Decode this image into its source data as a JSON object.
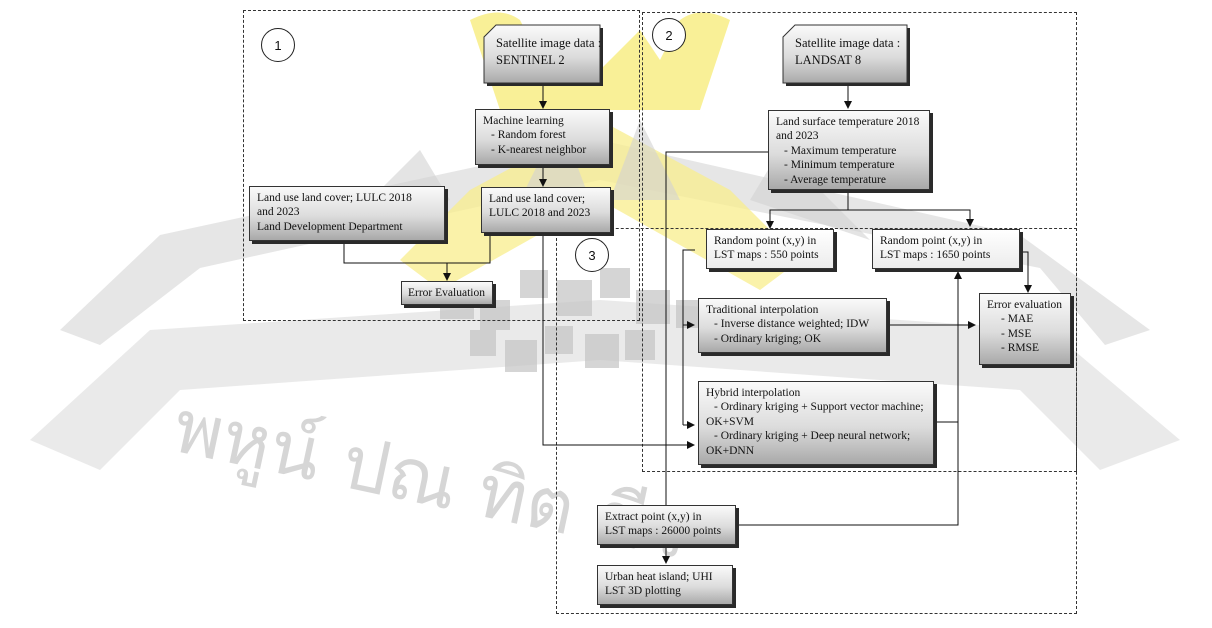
{
  "watermark": {
    "colors": {
      "gray": "#d2d2d2",
      "yellow": "#f8ee8c"
    },
    "text": "พหูน์ ปณ ทิต ชีว"
  },
  "regions": [
    {
      "label": "1"
    },
    {
      "label": "2"
    },
    {
      "label": "3"
    }
  ],
  "nodes": {
    "sentinel": {
      "lines": [
        "Satellite image data :",
        "SENTINEL 2"
      ]
    },
    "landsat": {
      "lines": [
        "Satellite image data :",
        "LANDSAT 8"
      ]
    },
    "ml": {
      "lines": [
        "Machine learning",
        "- Random forest",
        "- K-nearest neighbor"
      ]
    },
    "lst": {
      "lines": [
        "Land surface temperature 2018",
        "and 2023",
        "- Maximum temperature",
        "- Minimum temperature",
        "- Average temperature"
      ]
    },
    "lulc_dept": {
      "lines": [
        "Land use land cover; LULC 2018",
        "and 2023",
        "Land Development Department"
      ]
    },
    "lulc_ml": {
      "lines": [
        "Land use land cover;",
        "LULC 2018 and 2023"
      ]
    },
    "error_eval": {
      "lines": [
        "Error Evaluation"
      ]
    },
    "rand550": {
      "lines": [
        "Random point (x,y) in",
        "LST maps : 550 points"
      ]
    },
    "rand1650": {
      "lines": [
        "Random point (x,y) in",
        "LST maps : 1650 points"
      ]
    },
    "traditional": {
      "lines": [
        "Traditional interpolation",
        "- Inverse distance weighted; IDW",
        "- Ordinary kriging; OK"
      ]
    },
    "error_eval2": {
      "lines": [
        "Error evaluation",
        "- MAE",
        "- MSE",
        "- RMSE"
      ]
    },
    "hybrid": {
      "lines": [
        "Hybrid interpolation",
        "- Ordinary kriging + Support vector machine;",
        "OK+SVM",
        "- Ordinary kriging + Deep neural network;",
        "OK+DNN"
      ]
    },
    "extract": {
      "lines": [
        "Extract point (x,y) in",
        "LST maps : 26000 points"
      ]
    },
    "uhi": {
      "lines": [
        "Urban heat island; UHI",
        "LST 3D plotting"
      ]
    }
  }
}
